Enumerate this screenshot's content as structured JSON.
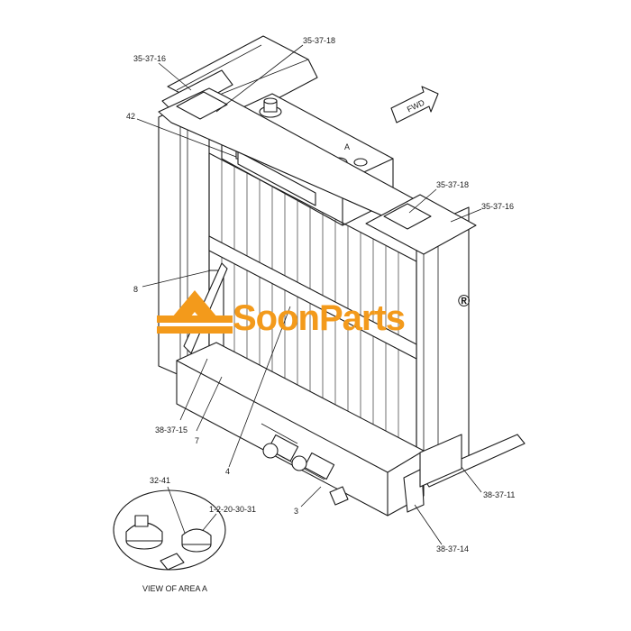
{
  "brand": {
    "name": "SoonParts",
    "registered_mark": "®",
    "color": "#f39a1b"
  },
  "diagram": {
    "area_label": "A",
    "direction_label": "FWD",
    "inset_caption": "VIEW OF AREA A",
    "callouts": {
      "c1": "35-37-16",
      "c2": "35-37-18",
      "c3": "42",
      "c4": "35-37-18",
      "c5": "35-37-16",
      "c6": "8",
      "c7": "38-37-15",
      "c8": "7",
      "c9": "4",
      "c10": "3",
      "c11": "38-37-11",
      "c12": "38-37-14",
      "c13": "32-41",
      "c14": "1-2-20-30-31"
    }
  }
}
